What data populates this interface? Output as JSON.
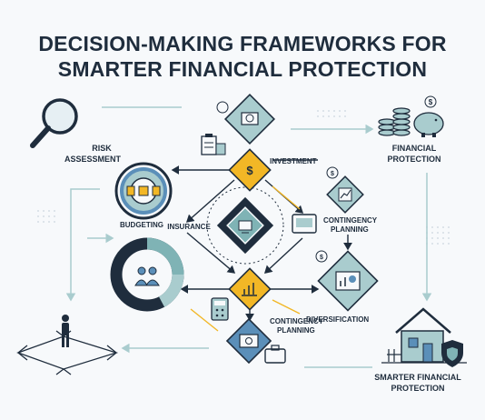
{
  "title": {
    "line1": "DECISION-MAKING FRAMEWORKS FOR",
    "line2": "SMARTER FINANCIAL PROTECTION"
  },
  "nodes": {
    "risk_assessment": {
      "line1": "RISK",
      "line2": "ASSESSMENT",
      "icon": "magnifier-icon"
    },
    "budgeting": {
      "label": "BUDGETING",
      "icon": "budget-target-icon"
    },
    "insurance": {
      "label": "INSURANCE"
    },
    "investment": {
      "label": "INVESTMENT",
      "icon": "dollar-diamond-icon"
    },
    "contingency_planning_top": {
      "line1": "CONTINGENCY",
      "line2": "PLANNING",
      "icon": "chart-diamond-icon"
    },
    "diversification": {
      "label": "DIVERSIFICATION",
      "icon": "pie-chart-diamond-icon"
    },
    "contingency_planning_bottom": {
      "line1": "CONTINGENCY",
      "line2": "PLANNING",
      "icon": "shield-diamond-icon"
    },
    "financial_protection": {
      "line1": "FINANCIAL",
      "line2": "PROTECTION",
      "icon": "coins-piggybank-icon"
    },
    "smarter_financial_protection": {
      "line1": "SMARTER FINANCIAL",
      "line2": "PROTECTION",
      "icon": "house-shield-icon"
    }
  },
  "colors": {
    "navy": "#1f2d3d",
    "teal": "#7fb3b5",
    "teal_light": "#a9ccce",
    "yellow": "#f2b726",
    "blue": "#5b8fb9",
    "background": "#f7f9fb"
  },
  "icons": [
    "person-standing-icon",
    "crossroad-arrows-icon",
    "donut-people-icon",
    "calculator-icon",
    "briefcase-icon",
    "clipboard-icon"
  ]
}
